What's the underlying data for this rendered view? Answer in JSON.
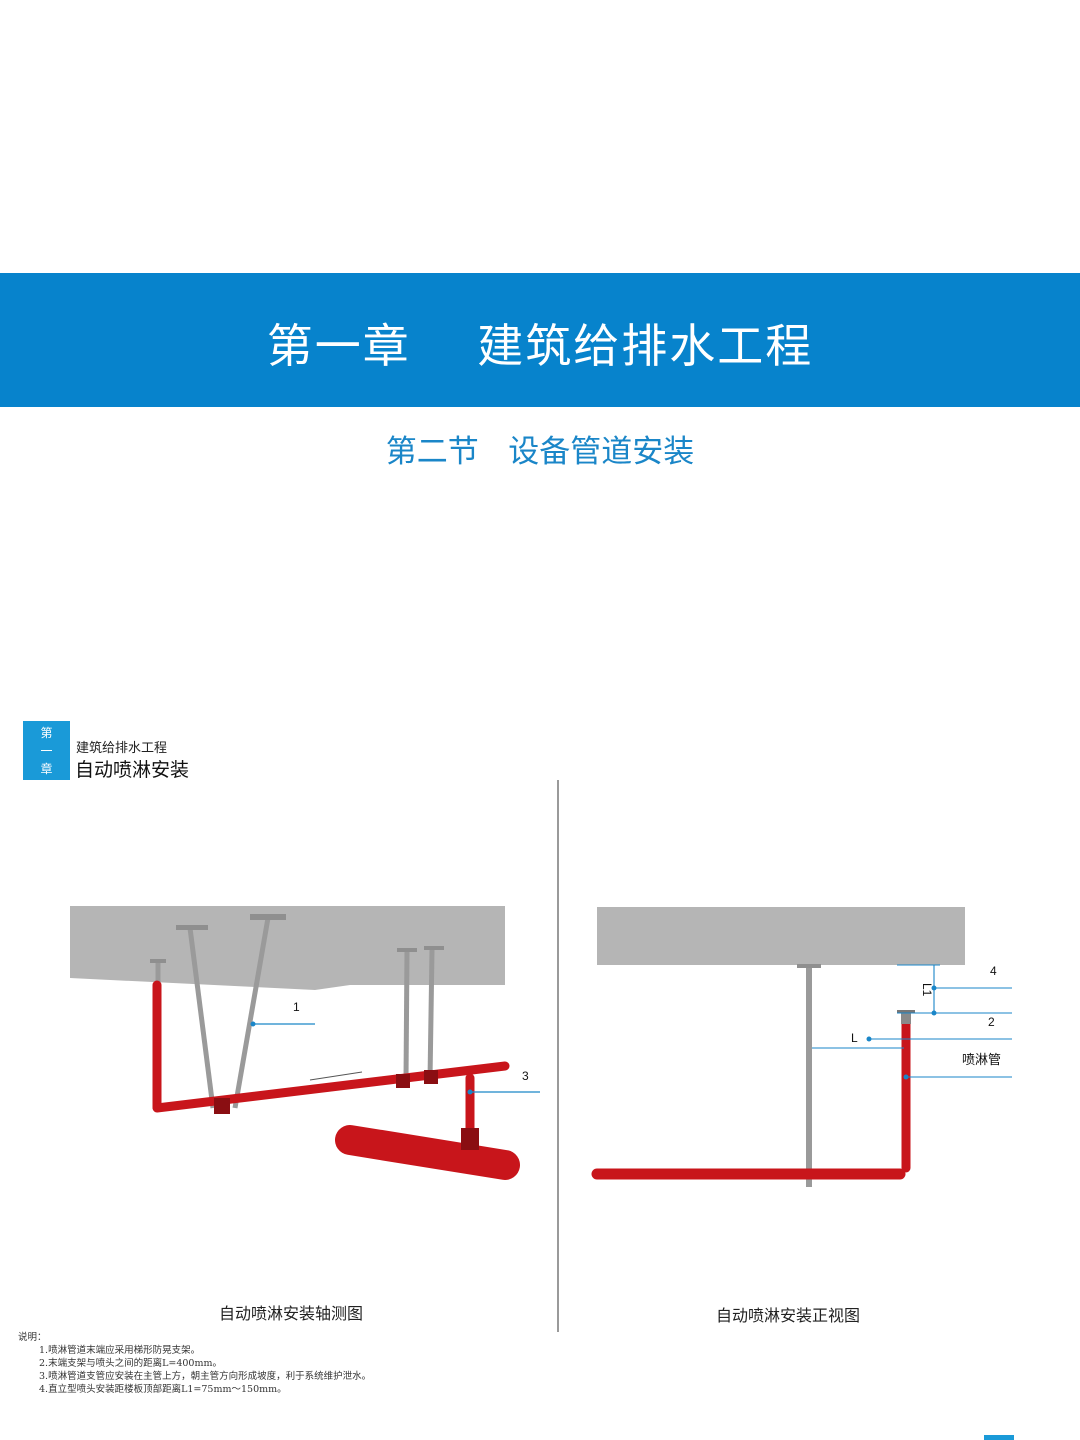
{
  "cover": {
    "chapter_title": "第一章    建筑给排水工程",
    "section_title": "第二节   设备管道安装"
  },
  "page": {
    "badge_chars": [
      "第",
      "一",
      "章"
    ],
    "header_small": "建筑给排水工程",
    "header_large": "自动喷淋安装"
  },
  "left_diagram": {
    "caption": "自动喷淋安装轴测图",
    "callouts": [
      "1",
      "3"
    ]
  },
  "right_diagram": {
    "caption": "自动喷淋安装正视图",
    "callouts": {
      "four": "4",
      "two": "2",
      "L": "L",
      "L1": "L1",
      "pipe": "喷淋管"
    }
  },
  "notes": {
    "heading": "说明：",
    "items": [
      "1.喷淋管道末端应采用梯形防晃支架。",
      "2.末端支架与喷头之间的距离L=400mm。",
      "3.喷淋管道支管应安装在主管上方，朝主管方向形成坡度，利于系统维护泄水。",
      "4.直立型喷头安装距楼板顶部距离L1=75mm～150mm。"
    ]
  },
  "colors": {
    "banner": "#0783cc",
    "section_title": "#1a86c8",
    "pipe": "#c8151b",
    "slab": "#b3b3b3",
    "callout_line": "#1a86c8"
  }
}
